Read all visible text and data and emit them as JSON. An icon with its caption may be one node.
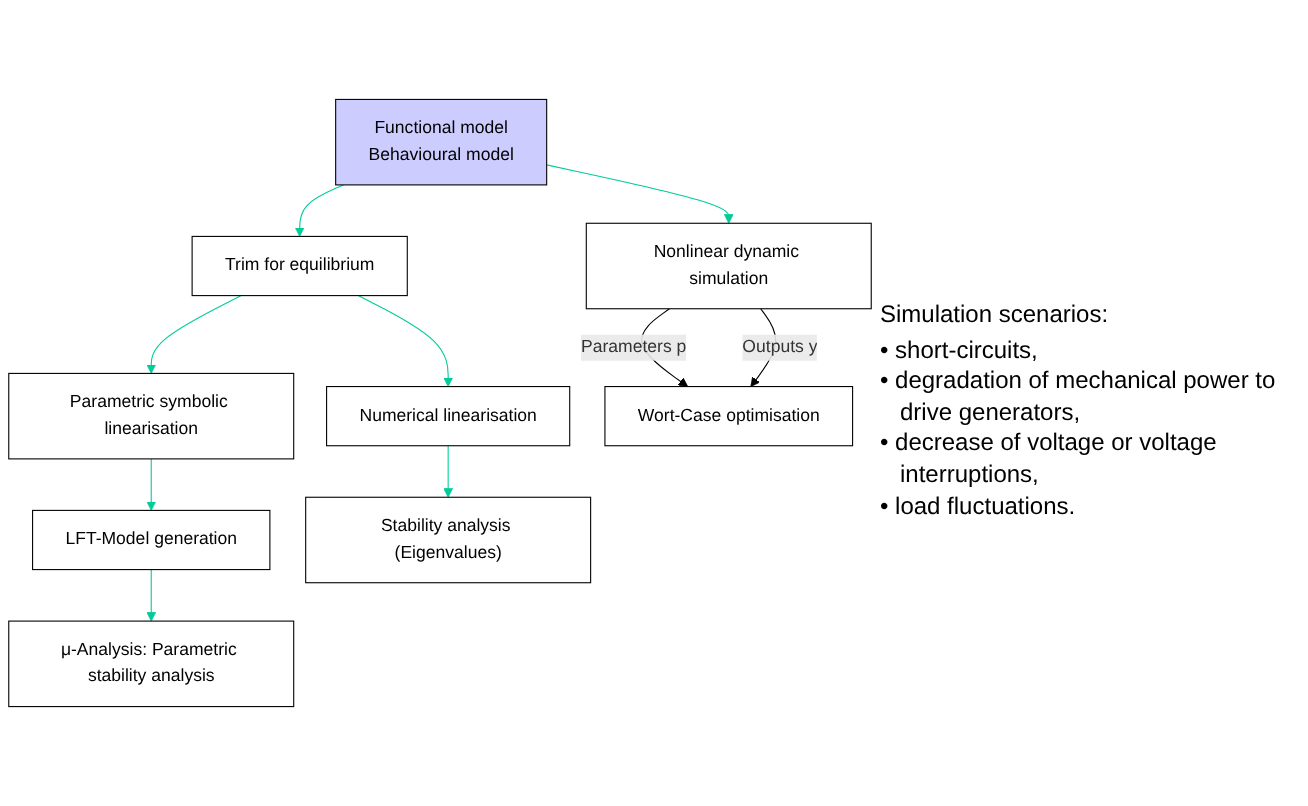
{
  "diagram": {
    "nodes": [
      {
        "text": [
          "Functional model",
          "Behavioural model"
        ]
      },
      {
        "text": [
          "Trim for equilibrium"
        ]
      },
      {
        "text": [
          "Numerical linearisation"
        ]
      },
      {
        "text": [
          "Parametric symbolic linearisation"
        ]
      },
      {
        "text": [
          "LFT-Model generation"
        ]
      },
      {
        "text": [
          "Stability analysis (Eigenvalues)"
        ]
      },
      {
        "text": [
          "μ-Analysis: Parametric stability analysis"
        ]
      },
      {
        "text": [
          "Nonlinear dynamic simulation"
        ]
      },
      {
        "text": [
          "Wort-Case optimisation"
        ]
      }
    ],
    "edges": [
      {
        "from": 0,
        "to": 1,
        "arrow": "to",
        "color": "#00cc99"
      },
      {
        "from": 0,
        "to": 7,
        "arrow": "to",
        "color": "#00cc99"
      },
      {
        "from": 1,
        "to": 2,
        "arrow": "to",
        "color": "#00cc99"
      },
      {
        "from": 1,
        "to": 3,
        "arrow": "to",
        "color": "#00cc99"
      },
      {
        "from": 2,
        "to": 5,
        "arrow": "to",
        "color": "#00cc99"
      },
      {
        "from": 3,
        "to": 4,
        "arrow": "to",
        "color": "#00cc99"
      },
      {
        "from": 4,
        "to": 6,
        "arrow": "to",
        "color": "#00cc99"
      },
      {
        "from": 7,
        "to": 8,
        "arrow": "to",
        "label": "Parameters p",
        "color": "#000000"
      },
      {
        "from": 7,
        "to": 8,
        "arrow": "to",
        "label": "Outputs y",
        "color": "#000000"
      }
    ],
    "labels": [
      "Simulation scenarios:",
      "• short-circuits,",
      "• degradation of mechanical power to drive generators,",
      "• decrease of voltage or voltage interruptions,",
      "• load fluctuations."
    ]
  }
}
